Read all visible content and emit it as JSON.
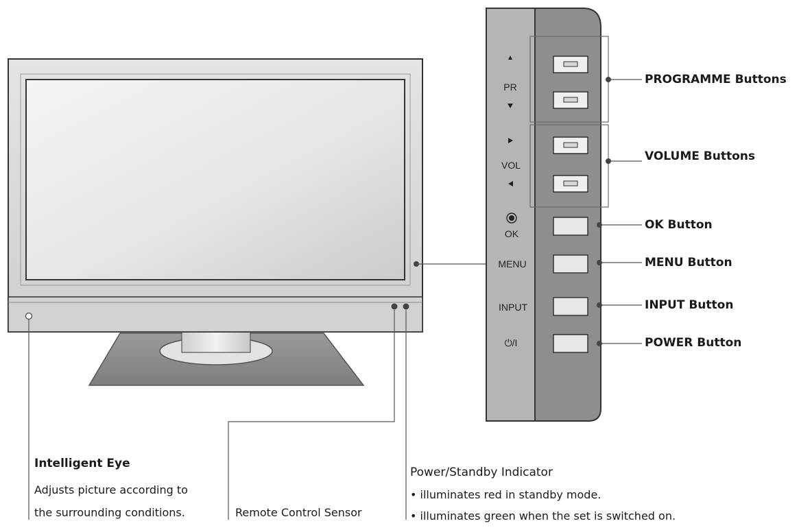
{
  "side_panel": {
    "pr_label": "PR",
    "vol_label": "VOL",
    "ok_label": "OK",
    "menu_label": "MENU",
    "input_label": "INPUT",
    "power_label": "⏻/I"
  },
  "callouts": {
    "programme": "PROGRAMME Buttons",
    "volume": "VOLUME Buttons",
    "ok": "OK Button",
    "menu": "MENU Button",
    "input": "INPUT Button",
    "power": "POWER Button"
  },
  "notes": {
    "intelligent_eye_title": "Intelligent Eye",
    "intelligent_eye_line1": "Adjusts picture according to",
    "intelligent_eye_line2": "the surrounding conditions.",
    "remote_sensor": "Remote Control Sensor",
    "power_indicator_title": "Power/Standby Indicator",
    "power_indicator_line1": "• illuminates red in standby mode.",
    "power_indicator_line2": "• illuminates green when the set is switched on."
  },
  "colors": {
    "bezel": "#d9d9d9",
    "screen_light": "#f2f2f2",
    "screen_dark": "#cfcfcf",
    "panel_front": "#b3b3b3",
    "panel_side": "#8c8c8c",
    "line": "#333333"
  }
}
